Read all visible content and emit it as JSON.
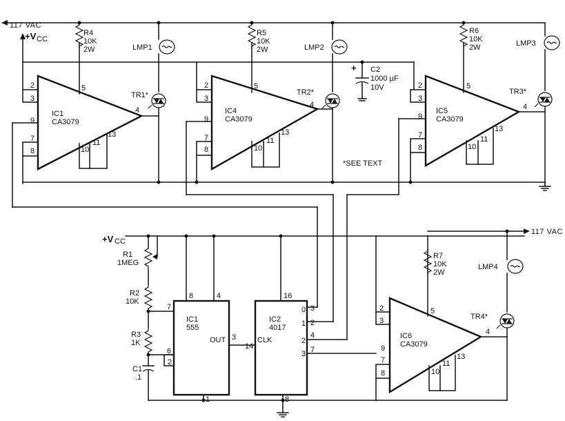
{
  "supply": {
    "ac_top": "117 VAC",
    "ac_bottom": "117 VAC",
    "vcc_top": "+V",
    "vcc_bottom": "+V",
    "vcc_sub": "CC"
  },
  "resistors": {
    "r4": {
      "name": "R4",
      "value": "10K",
      "rating": "2W"
    },
    "r5": {
      "name": "R5",
      "value": "10K",
      "rating": "2W"
    },
    "r6": {
      "name": "R6",
      "value": "10K",
      "rating": "2W"
    },
    "r7": {
      "name": "R7",
      "value": "10K",
      "rating": "2W"
    },
    "r1": {
      "name": "R1",
      "value": "1MEG"
    },
    "r2": {
      "name": "R2",
      "value": "10K"
    },
    "r3": {
      "name": "R3",
      "value": "1K"
    }
  },
  "capacitors": {
    "c1": {
      "name": "C1",
      "value": ".1"
    },
    "c2": {
      "name": "C2",
      "value": "1000 µF",
      "rating": "10V",
      "plus": "+"
    }
  },
  "lamps": {
    "lmp1": "LMP1",
    "lmp2": "LMP2",
    "lmp3": "LMP3",
    "lmp4": "LMP4"
  },
  "triacs": {
    "tr1": "TR1*",
    "tr2": "TR2*",
    "tr3": "TR3*",
    "tr4": "TR4*"
  },
  "ics": {
    "ic1a": {
      "name": "IC1",
      "part": "CA3079"
    },
    "ic4": {
      "name": "IC4",
      "part": "CA3079"
    },
    "ic5": {
      "name": "IC5",
      "part": "CA3079"
    },
    "ic6": {
      "name": "IC6",
      "part": "CA3079"
    },
    "ic1b": {
      "name": "IC1",
      "part": "555",
      "out": "OUT"
    },
    "ic2": {
      "name": "IC2",
      "part": "4017",
      "clk": "CLK"
    }
  },
  "pins": {
    "opamp": {
      "p2": "2",
      "p3": "3",
      "p5": "5",
      "p4": "4",
      "p9": "9",
      "p7": "7",
      "p8": "8",
      "p10": "10",
      "p11": "11",
      "p13": "13"
    },
    "timer": {
      "p8": "8",
      "p4": "4",
      "p7": "7",
      "p6": "6",
      "p2": "2",
      "p1": "1",
      "p3": "3"
    },
    "counter": {
      "p16": "16",
      "p14": "14",
      "p8": "8",
      "o0": "0",
      "o1": "1",
      "o2": "2",
      "o3": "3",
      "n3": "3",
      "n2": "2",
      "n4": "4",
      "n7": "7"
    }
  },
  "notes": {
    "see_text": "*SEE TEXT"
  }
}
